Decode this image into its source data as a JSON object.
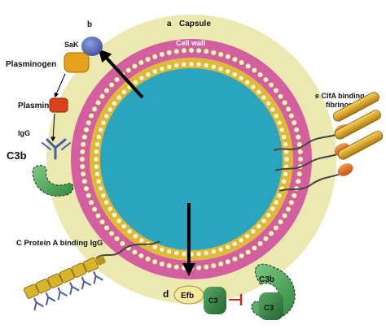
{
  "labels": {
    "capsule_letter": "a",
    "capsule": "Capsule",
    "cell_wall": "Cell wall",
    "b_letter": "b",
    "sak": "SaK",
    "plasminogen": "Plasminogen",
    "plasmin": "Plasmin",
    "igg": "IgG",
    "c3b_left": "C3b",
    "clfa_line1": "e  ClfA binding",
    "clfa_line2": "fibrinogen",
    "protein_a": "C  Protein A binding IgG",
    "d_letter": "d",
    "efb": "Efb",
    "c3_small": "C3",
    "c3b_right": "C3b",
    "c3_right": "C3"
  },
  "colors": {
    "capsule": "#ece9b0",
    "cell_wall": "#d35fa0",
    "membrane_beads": "#fdf6c8",
    "membrane_core": "#e0b93a",
    "cytoplasm": "#2aa5bd",
    "sak": "#5b6fbf",
    "plasminogen": "#e7a21c",
    "plasmin": "#d9421a",
    "complement_green": "#3f9c4c",
    "c3_dark": "#2e7d3e",
    "efb": "#f7e89b",
    "fibrinogen_gold": "#d9a62e",
    "fibrinogen_orange": "#d9641a",
    "protein_a": "#d8b42a",
    "igg": "#4a5ba8",
    "inhibit_red": "#d6231e"
  }
}
